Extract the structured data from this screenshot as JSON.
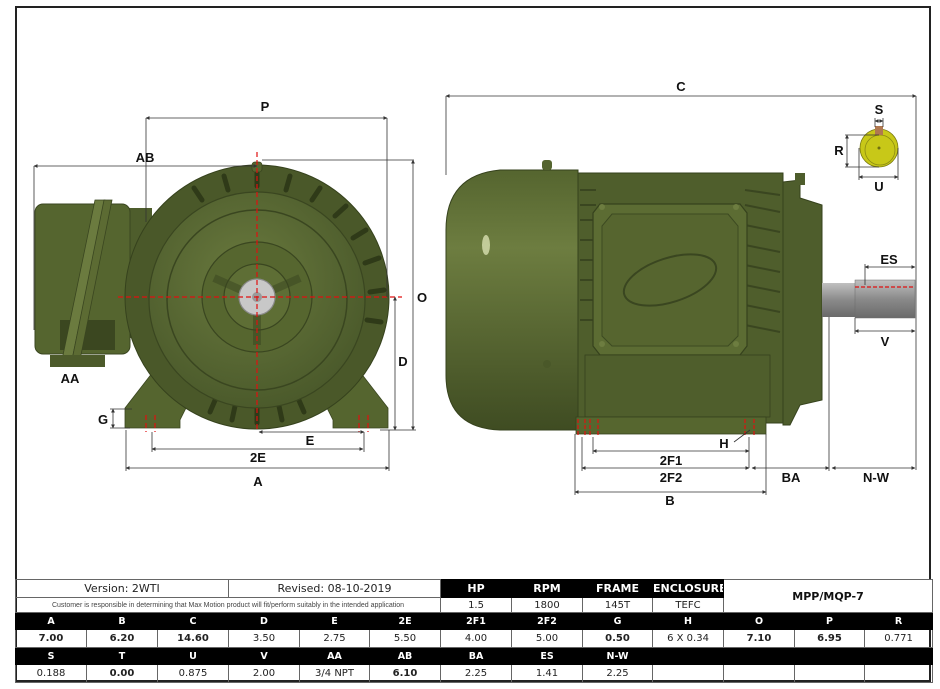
{
  "drawing": {
    "front_view_labels": {
      "P": "P",
      "AB": "AB",
      "O": "O",
      "D": "D",
      "AA": "AA",
      "G": "G",
      "E": "E",
      "E2": "2E",
      "A": "A"
    },
    "side_view_labels": {
      "C": "C",
      "S": "S",
      "R": "R",
      "U": "U",
      "ES": "ES",
      "V": "V",
      "H": "H",
      "F1": "2F1",
      "F2": "2F2",
      "BA": "BA",
      "NW": "N-W",
      "B": "B"
    },
    "colors": {
      "motor_body": "#5a6a34",
      "motor_dark": "#3d4a22",
      "motor_light": "#7d8c4e",
      "shaft": "#9a9a9a",
      "shaft_end": "#c8c818",
      "key": "#b07850",
      "centerline": "#e01010",
      "dim_line": "#333333"
    }
  },
  "table": {
    "version": "Version: 2WTI",
    "revised": "Revised: 08-10-2019",
    "disclaimer": "Customer is responsible in determining that Max Motion product will fit/perform suitably in the intended application",
    "model": "MPP/MQP-7",
    "rating_headers": [
      "HP",
      "RPM",
      "FRAME",
      "ENCLOSURE"
    ],
    "rating_values": [
      "1.5",
      "1800",
      "145T",
      "TEFC"
    ],
    "row1_headers": [
      "A",
      "B",
      "C",
      "D",
      "E",
      "2E",
      "2F1",
      "2F2",
      "G",
      "H",
      "O",
      "P",
      "R"
    ],
    "row1_values": [
      "7.00",
      "6.20",
      "14.60",
      "3.50",
      "2.75",
      "5.50",
      "4.00",
      "5.00",
      "0.50",
      "6 X 0.34",
      "7.10",
      "6.95",
      "0.771"
    ],
    "row2_headers": [
      "S",
      "T",
      "U",
      "V",
      "AA",
      "AB",
      "BA",
      "ES",
      "N-W",
      "",
      "",
      "",
      ""
    ],
    "row2_values": [
      "0.188",
      "0.00",
      "0.875",
      "2.00",
      "3/4 NPT",
      "6.10",
      "2.25",
      "1.41",
      "2.25",
      "",
      "",
      "",
      ""
    ]
  }
}
